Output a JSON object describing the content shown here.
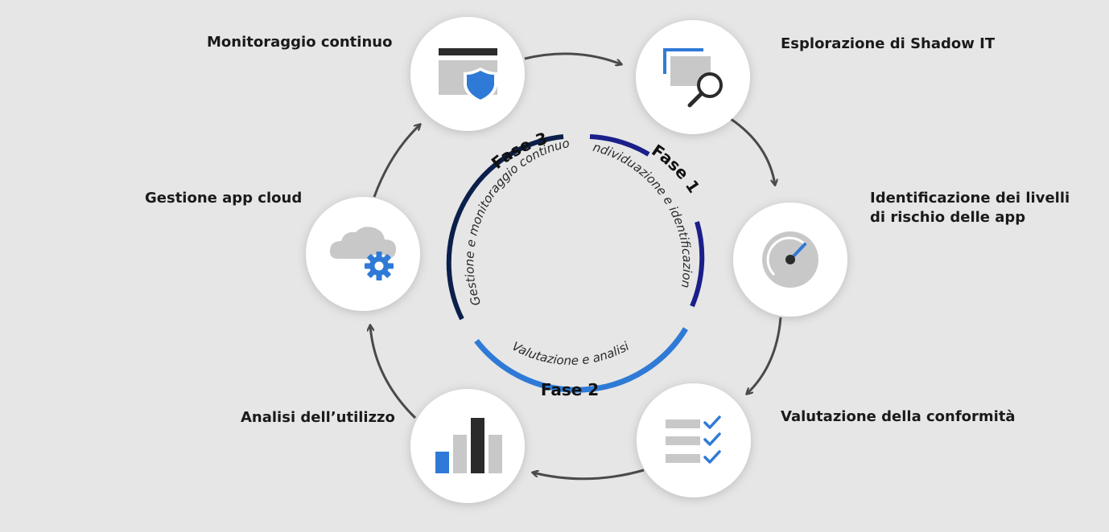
{
  "steps": {
    "monitoring": "Monitoraggio continuo",
    "discovery": "Esplorazione di Shadow IT",
    "risk_line1": "Identificazione dei livelli",
    "risk_line2": "di rischio delle app",
    "compliance": "Valutazione della conformità",
    "usage": "Analisi dell’utilizzo",
    "cloud": "Gestione app cloud"
  },
  "phases": {
    "phase1_title": "Fase 1",
    "phase1_desc": "Individuazione e identificazione",
    "phase2_title": "Fase 2",
    "phase2_desc": "Valutazione e analisi",
    "phase3_title": "Fase 3",
    "phase3_desc": "Gestione e monitoraggio continuo"
  },
  "colors": {
    "phase1": "#1b1f8a",
    "phase2": "#2f7ad6",
    "phase3": "#0b1f4b",
    "accent_blue": "#2f7ad6",
    "icon_gray": "#c8c8c8",
    "icon_dark": "#2b2b2b",
    "arrow": "#4a4a4a"
  },
  "icons": {
    "monitoring": "browser-shield-icon",
    "discovery": "window-search-icon",
    "risk": "gauge-icon",
    "compliance": "checklist-icon",
    "usage": "bar-chart-icon",
    "cloud": "cloud-gear-icon"
  }
}
